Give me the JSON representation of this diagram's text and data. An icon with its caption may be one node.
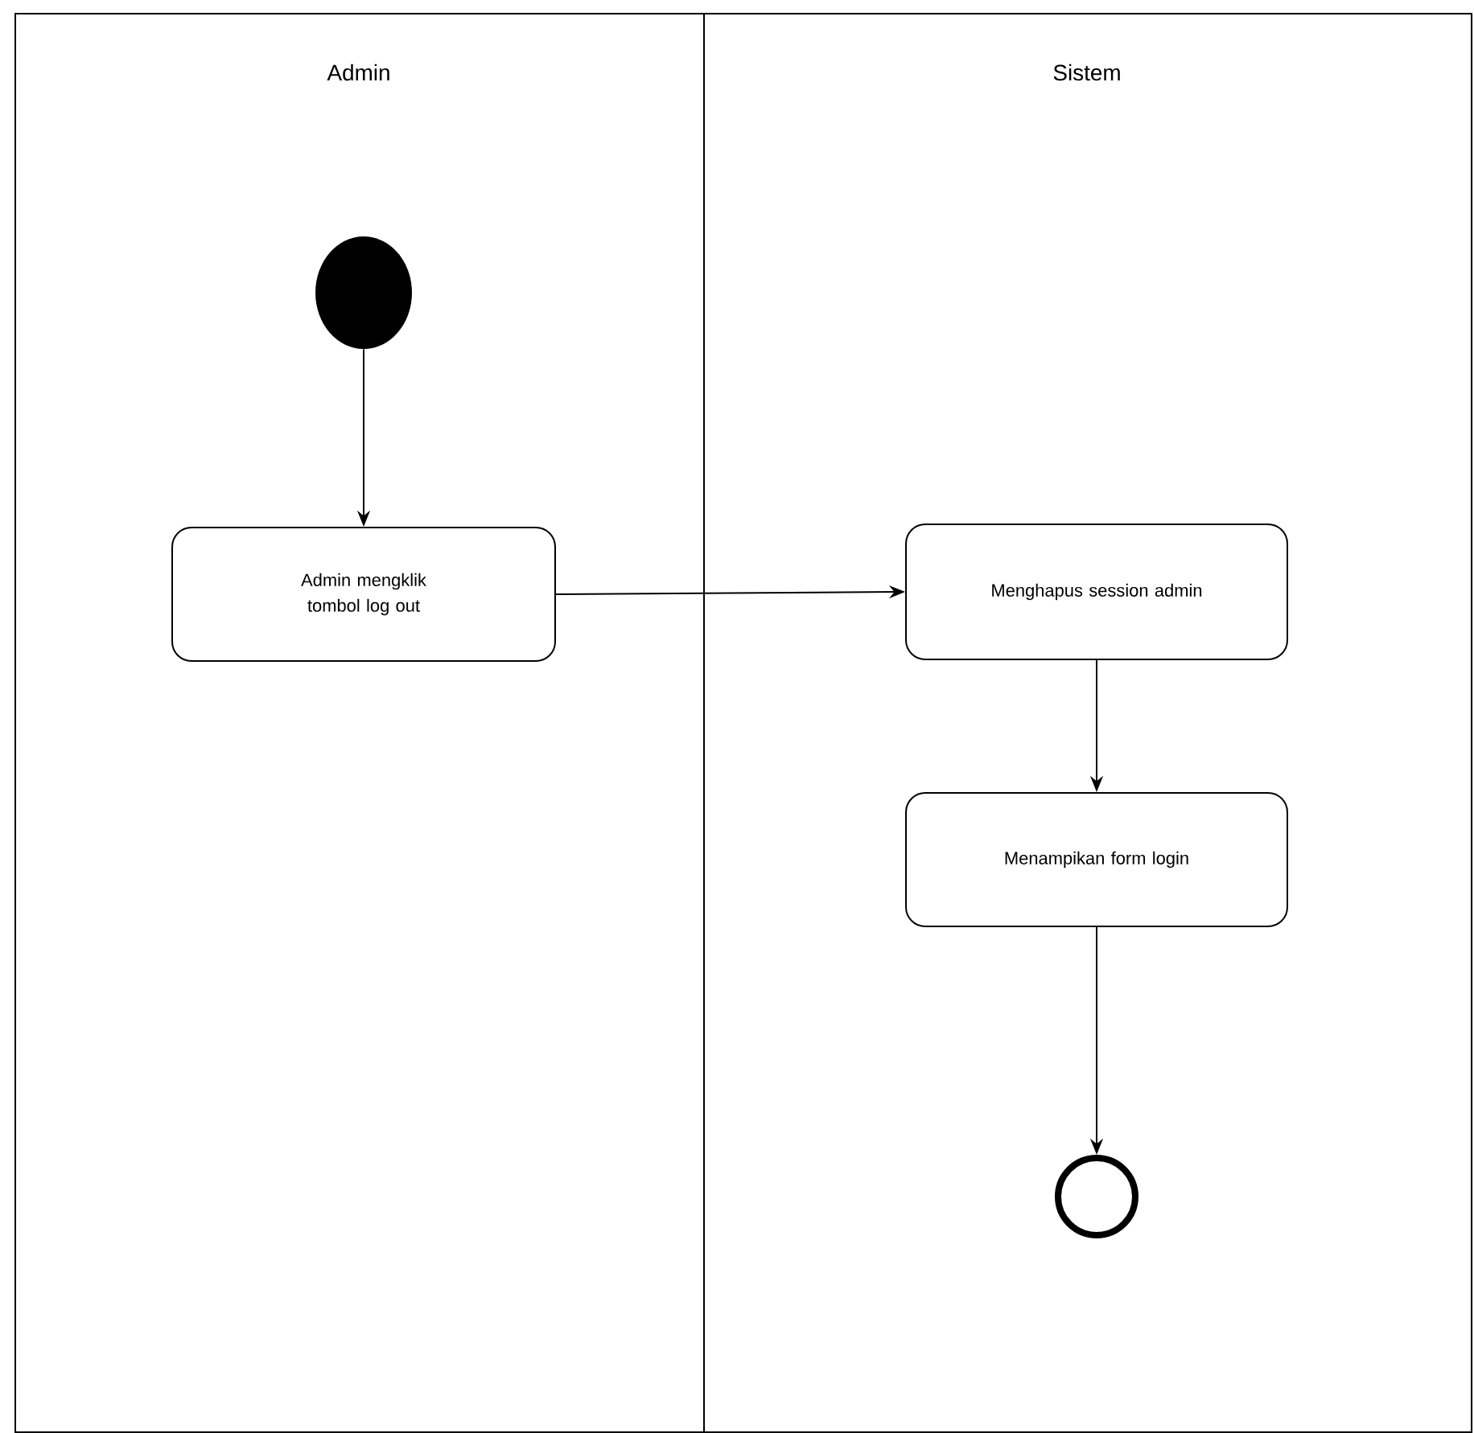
{
  "diagram": {
    "nodes": [
      {
        "text": [
          "Admin"
        ]
      },
      {
        "text": [
          "Sistem"
        ]
      },
      {
        "text": [],
        "shape": "circle",
        "in": 0
      },
      {
        "text": [
          "Admin mengklik tombol log out"
        ],
        "in": 0
      },
      {
        "text": [
          "Menghapus session admin"
        ],
        "in": 1
      },
      {
        "text": [
          "Menampikan form login"
        ],
        "in": 1
      },
      {
        "text": [],
        "shape": "circle",
        "in": 1
      }
    ],
    "edges": [
      {
        "from": 2,
        "to": 3,
        "arrow": "to"
      },
      {
        "from": 3,
        "to": 4,
        "arrow": "to"
      },
      {
        "from": 4,
        "to": 5,
        "arrow": "to"
      },
      {
        "from": 5,
        "to": 6,
        "arrow": "to"
      }
    ]
  }
}
